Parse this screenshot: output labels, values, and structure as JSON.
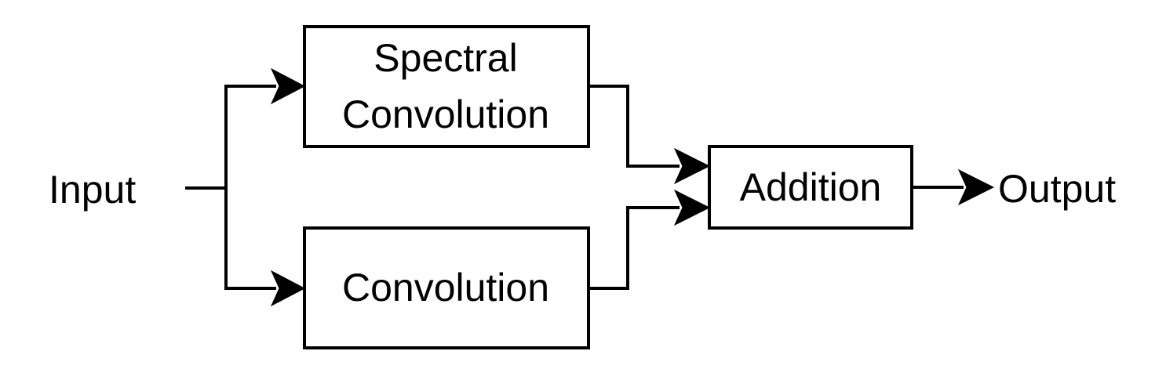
{
  "diagram": {
    "input_label": "Input",
    "output_label": "Output",
    "spectral_box": {
      "line1": "Spectral",
      "line2": "Convolution"
    },
    "conv_box": {
      "label": "Convolution"
    },
    "addition_box": {
      "label": "Addition"
    }
  },
  "colors": {
    "stroke": "#000000",
    "fill": "#ffffff"
  }
}
